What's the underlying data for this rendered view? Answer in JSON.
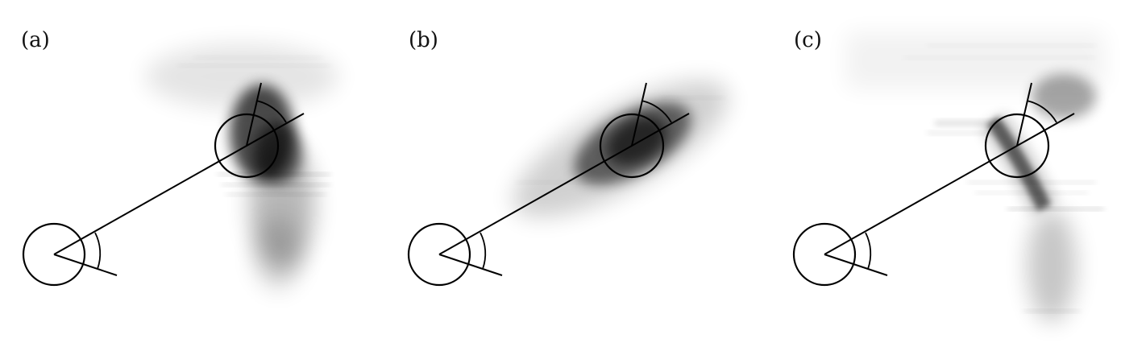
{
  "panels": [
    {
      "id": "a",
      "label": "(a)"
    },
    {
      "id": "b",
      "label": "(b)"
    },
    {
      "id": "c",
      "label": "(c)"
    }
  ],
  "colors": {
    "ink": "#000000",
    "density": "#1a1a1a",
    "background": "#ffffff"
  }
}
